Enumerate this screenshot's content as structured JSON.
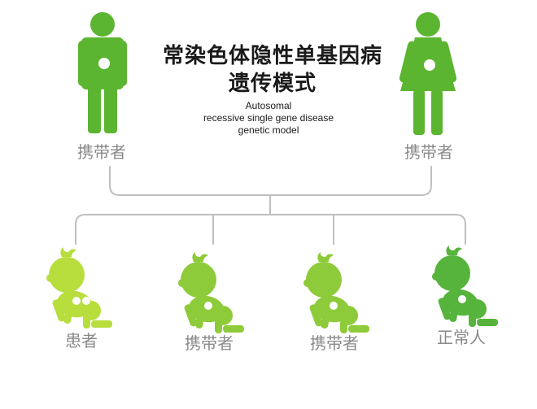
{
  "title": {
    "zh_line1": "常染色体隐性单基因病",
    "zh_line2": "遗传模式",
    "en_line1": "Autosomal",
    "en_line2": "recessive single gene disease",
    "en_line3": "genetic model"
  },
  "parents": [
    {
      "label": "携带者",
      "icon": "male-figure-icon",
      "color": "#5cb531"
    },
    {
      "label": "携带者",
      "icon": "female-figure-icon",
      "color": "#5cb531"
    }
  ],
  "children": [
    {
      "label": "患者",
      "icon": "crawling-baby-icon",
      "color": "#b7de3c"
    },
    {
      "label": "携带者",
      "icon": "crawling-baby-icon",
      "color": "#8ecb3a"
    },
    {
      "label": "携带者",
      "icon": "crawling-baby-icon",
      "color": "#8ecb3a"
    },
    {
      "label": "正常人",
      "icon": "crawling-baby-icon",
      "color": "#56b43d"
    }
  ],
  "colors": {
    "line": "#bfbfbf",
    "label_text": "#8a8a8a",
    "title_text": "#1a1a1a",
    "body_dot": "#ffffff"
  }
}
